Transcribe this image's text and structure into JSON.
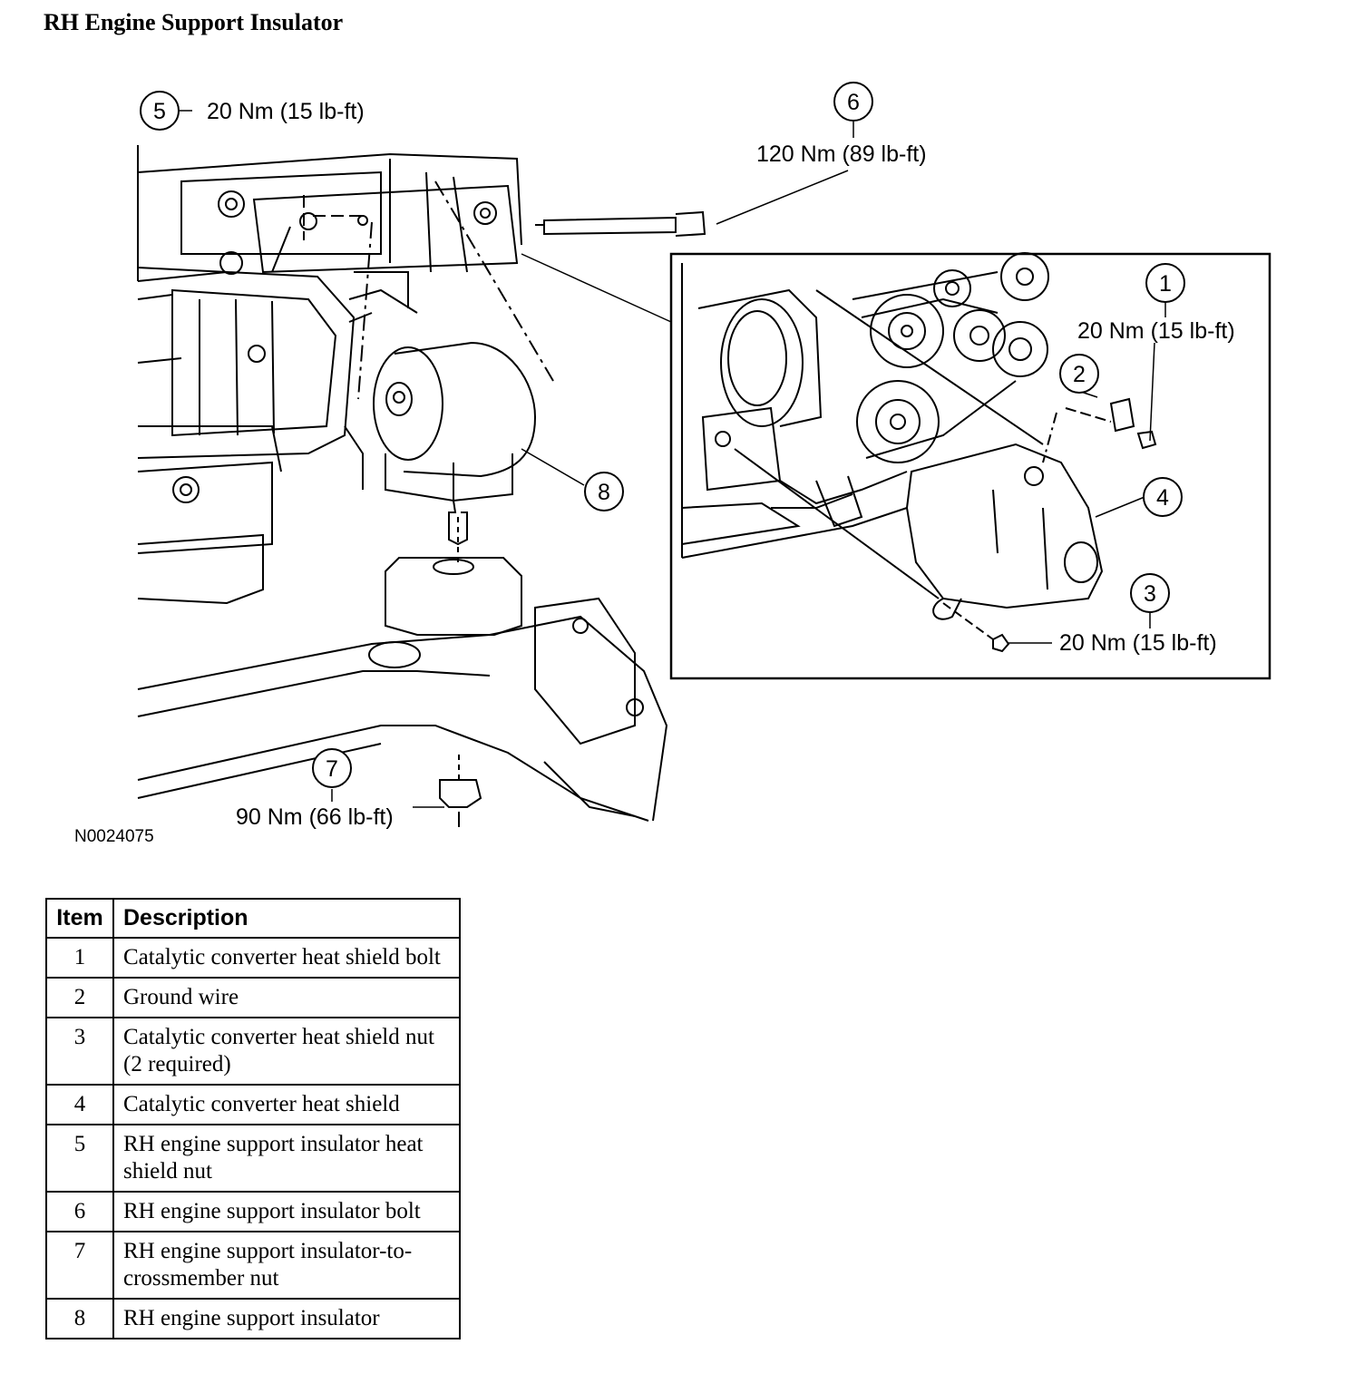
{
  "title": "RH Engine Support Insulator",
  "figure_id": "N0024075",
  "callouts": [
    {
      "number": "1",
      "torque": "20 Nm (15 lb-ft)"
    },
    {
      "number": "2",
      "torque": ""
    },
    {
      "number": "3",
      "torque": "20 Nm (15 lb-ft)"
    },
    {
      "number": "4",
      "torque": ""
    },
    {
      "number": "5",
      "torque": "20 Nm (15 lb-ft)"
    },
    {
      "number": "6",
      "torque": "120 Nm (89 lb-ft)"
    },
    {
      "number": "7",
      "torque": "90 Nm (66 lb-ft)"
    },
    {
      "number": "8",
      "torque": ""
    }
  ],
  "legend": {
    "headers": {
      "item": "Item",
      "description": "Description"
    },
    "rows": [
      {
        "item": "1",
        "description": "Catalytic converter heat shield bolt"
      },
      {
        "item": "2",
        "description": "Ground wire"
      },
      {
        "item": "3",
        "description": "Catalytic converter heat shield nut (2 required)"
      },
      {
        "item": "4",
        "description": "Catalytic converter heat shield"
      },
      {
        "item": "5",
        "description": "RH engine support insulator heat shield nut"
      },
      {
        "item": "6",
        "description": "RH engine support insulator bolt"
      },
      {
        "item": "7",
        "description": "RH engine support insulator-to-crossmember nut"
      },
      {
        "item": "8",
        "description": "RH engine support insulator"
      }
    ]
  }
}
